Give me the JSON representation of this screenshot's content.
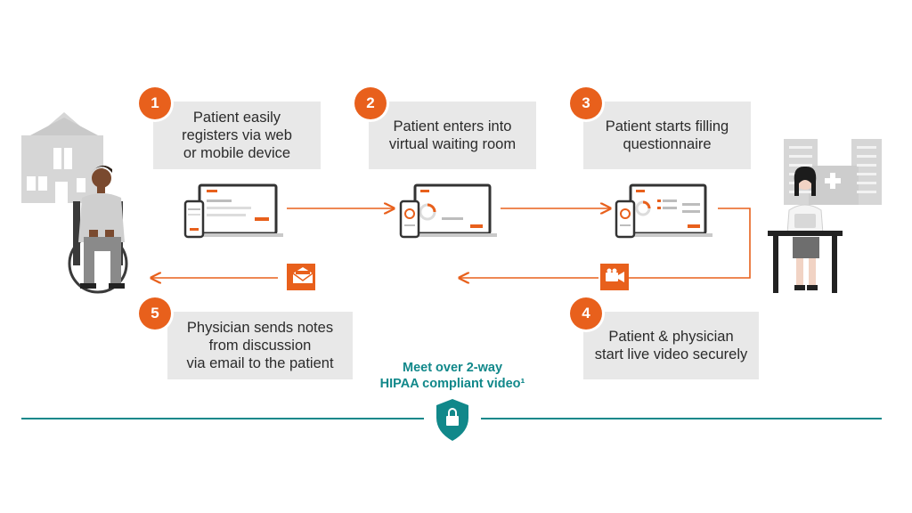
{
  "steps": [
    {
      "number": "1",
      "text": "Patient easily\nregisters via web\nor mobile device"
    },
    {
      "number": "2",
      "text": "Patient enters into\nvirtual waiting room"
    },
    {
      "number": "3",
      "text": "Patient starts filling\nquestionnaire"
    },
    {
      "number": "4",
      "text": "Patient & physician\nstart live video securely"
    },
    {
      "number": "5",
      "text": "Physician sends notes\nfrom discussion\nvia email to the patient"
    }
  ],
  "security_note": "Meet over 2-way\nHIPAA compliant video¹",
  "colors": {
    "accent_orange": "#e8601c",
    "teal": "#11888a",
    "box_gray": "#e8e8e8",
    "building_gray": "#d6d6d6"
  },
  "icons": [
    "house-icon",
    "patient-wheelchair-icon",
    "registration-devices-icon",
    "waiting-room-devices-icon",
    "questionnaire-devices-icon",
    "hospital-building-icon",
    "physician-desk-icon",
    "email-icon",
    "video-camera-icon",
    "shield-lock-icon"
  ]
}
